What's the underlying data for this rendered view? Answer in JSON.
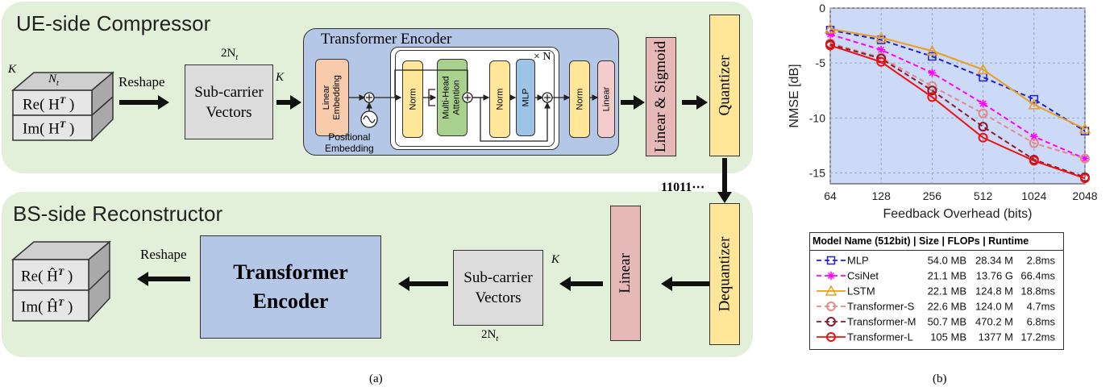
{
  "figure_a": {
    "caption": "(a)",
    "ue_title": "UE-side Compressor",
    "bs_title": "BS-side Reconstructor",
    "reshape_top": "Reshape",
    "reshape_bottom": "Reshape",
    "k": "K",
    "nt": "N",
    "nt_sub": "t",
    "two_nt": "2N",
    "re_h": "Re( H",
    "im_h": "Im( H",
    "re_hhat": "Re( Ĥ",
    "im_hhat": "Im( Ĥ",
    "sup_t": "T",
    "close_paren": " )",
    "subcarrier_line1": "Sub-carrier",
    "subcarrier_line2": "Vectors",
    "transformer_encoder_title": "Transformer Encoder",
    "linear_embedding": "Linear Embedding",
    "positional_embedding_line1": "Positional",
    "positional_embedding_line2": "Embedding",
    "norm": "Norm",
    "multi_head_attention": "Multi-Head Attention",
    "mlp": "MLP",
    "times_n": "× N",
    "linear": "Linear",
    "linear_sigmoid": "Linear & Sigmoid",
    "quantizer": "Quantizer",
    "dequantizer": "Dequantizer",
    "bits": "11011⋯",
    "transformer_encoder_big_line1": "Transformer",
    "transformer_encoder_big_line2": "Encoder"
  },
  "figure_b": {
    "caption": "(b)",
    "chart_data": {
      "type": "line",
      "xlabel": "Feedback Overhead (bits)",
      "ylabel": "NMSE [dB]",
      "x": [
        64,
        128,
        256,
        512,
        1024,
        2048
      ],
      "x_scale": "log2",
      "ylim": [
        -16,
        0
      ],
      "yticks": [
        0,
        -5,
        -10,
        -15
      ],
      "grid": true,
      "background": "#ccd9f7",
      "series": [
        {
          "name": "MLP",
          "color": "#1f1fd6",
          "dash": "6,4",
          "marker": "square",
          "values": [
            -2.0,
            -2.9,
            -4.4,
            -6.3,
            -8.3,
            -11.2
          ]
        },
        {
          "name": "CsiNet",
          "color": "#ff00ff",
          "dash": "6,4",
          "marker": "star",
          "values": [
            -2.4,
            -3.8,
            -5.9,
            -8.7,
            -11.7,
            -13.7
          ]
        },
        {
          "name": "LSTM",
          "color": "#e8a020",
          "dash": "",
          "marker": "triangle",
          "values": [
            -1.9,
            -2.7,
            -3.9,
            -5.6,
            -8.8,
            -11.0
          ]
        },
        {
          "name": "Transformer-S",
          "color": "#e08a8a",
          "dash": "6,4",
          "marker": "circle",
          "values": [
            -3.2,
            -4.5,
            -7.1,
            -9.6,
            -12.3,
            -13.7
          ]
        },
        {
          "name": "Transformer-M",
          "color": "#8b1a2b",
          "dash": "6,4",
          "marker": "circle",
          "values": [
            -3.3,
            -4.6,
            -7.5,
            -10.8,
            -13.8,
            -15.4
          ]
        },
        {
          "name": "Transformer-L",
          "color": "#ee1111",
          "dash": "",
          "marker": "circle",
          "values": [
            -3.4,
            -4.9,
            -8.1,
            -11.8,
            -13.9,
            -15.5
          ]
        }
      ]
    },
    "table": {
      "header": "Model Name (512bit) | Size  | FLOPs |  Runtime",
      "rows": [
        {
          "size": "54.0 MB",
          "flops": "28.34 M",
          "runtime": "2.8ms"
        },
        {
          "size": "21.1 MB",
          "flops": "13.76 G",
          "runtime": "66.4ms"
        },
        {
          "size": "22.1 MB",
          "flops": "124.8 M",
          "runtime": "18.8ms"
        },
        {
          "size": "22.6 MB",
          "flops": "124.0 M",
          "runtime": "4.7ms"
        },
        {
          "size": "50.7 MB",
          "flops": "470.2 M",
          "runtime": "6.8ms"
        },
        {
          "size": "105 MB",
          "flops": "1377 M",
          "runtime": "17.2ms"
        }
      ]
    }
  }
}
